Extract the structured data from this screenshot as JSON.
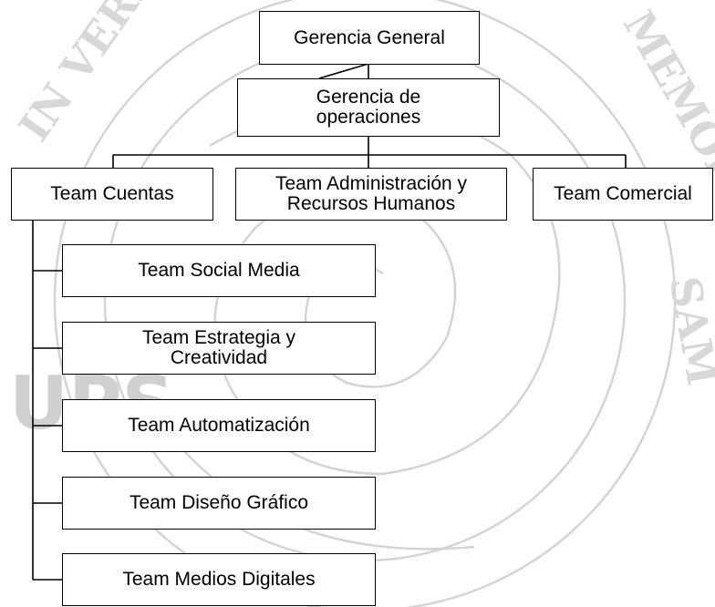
{
  "diagram": {
    "nodes": {
      "gerencia_general": "Gerencia General",
      "gerencia_operaciones": "Gerencia de\noperaciones",
      "team_cuentas": "Team Cuentas",
      "team_admin_rrhh": "Team Administración y\nRecursos Humanos",
      "team_comercial": "Team Comercial",
      "team_social_media": "Team Social Media",
      "team_estrategia": "Team Estrategia y\nCreatividad",
      "team_automatizacion": "Team Automatización",
      "team_diseno": "Team Diseño Gráfico",
      "team_medios": "Team Medios Digitales"
    }
  },
  "watermark": {
    "seal_text_left": "IN VERITATE",
    "seal_text_right": "MEMORIS",
    "seal_text_bottom_right": "SAM",
    "logo_text": "UPS"
  }
}
